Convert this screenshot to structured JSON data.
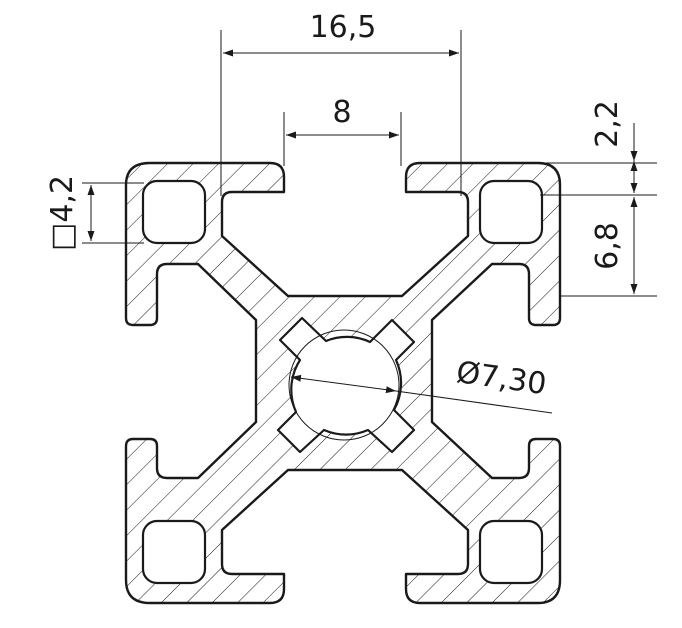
{
  "drawing": {
    "subject": "aluminium extrusion profile cross-section",
    "dimensions": {
      "overall_slot_width": "16,5",
      "slot_opening": "8",
      "lip_thickness": "2,2",
      "groove_depth": "6,8",
      "corner_hole_square": "□4,2",
      "center_bore": "Ø7,30"
    }
  }
}
